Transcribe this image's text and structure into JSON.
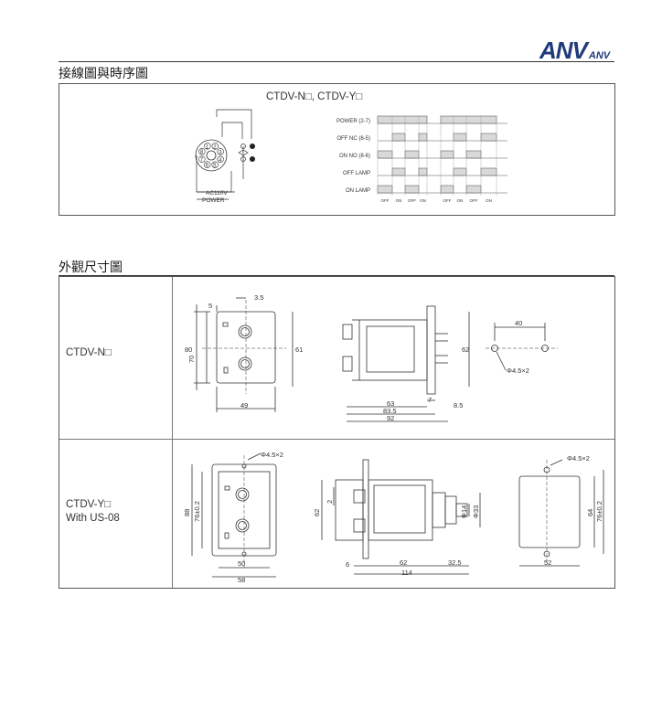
{
  "brand": {
    "name": "ANV",
    "tag": "ANV"
  },
  "section1": {
    "title": "接線圖與時序圖",
    "diagram_title": "CTDV-N□, CTDV-Y□",
    "wiring": {
      "pins": [
        "1",
        "2",
        "3",
        "4",
        "5",
        "6",
        "7",
        "8"
      ],
      "supply_label": "AC110V",
      "power_label": "POWER"
    },
    "timing": {
      "rows": [
        "POWER (2-7)",
        "OFF NC (8-5)",
        "ON NO (8-6)",
        "OFF LAMP",
        "ON LAMP"
      ],
      "interval_labels": [
        "OFF",
        "ON",
        "OFF",
        "ON",
        "OFF",
        "ON",
        "OFF",
        "ON"
      ]
    }
  },
  "section2": {
    "title": "外觀尺寸圖",
    "row1": {
      "label": "CTDV-N□",
      "front": {
        "top": "3.5",
        "left_small": "5",
        "height_outer": "80",
        "height_inner": "70",
        "width": "49"
      },
      "side": {
        "height": "61",
        "height_right": "62",
        "depth_a": "7",
        "depth_b": "8.5",
        "len_63": "63",
        "len_835": "83.5",
        "len_92": "92"
      },
      "mount": {
        "spacing": "40",
        "hole": "Φ4.5×2"
      }
    },
    "row2": {
      "label_line1": "CTDV-Y□",
      "label_line2": "With US-08",
      "front": {
        "hole": "Φ4.5×2",
        "height_outer": "88",
        "height_inner": "76±0.2",
        "width_inner": "50",
        "width_outer": "58"
      },
      "side": {
        "height": "62",
        "gap": "2",
        "dia_small": "Φ14",
        "dia_big": "Φ33",
        "len_6": "6",
        "len_62": "62",
        "len_325": "32.5",
        "len_114": "114"
      },
      "mount": {
        "hole": "Φ4.5×2",
        "height": "64",
        "height_inner": "76±0.2",
        "width": "52"
      }
    }
  }
}
